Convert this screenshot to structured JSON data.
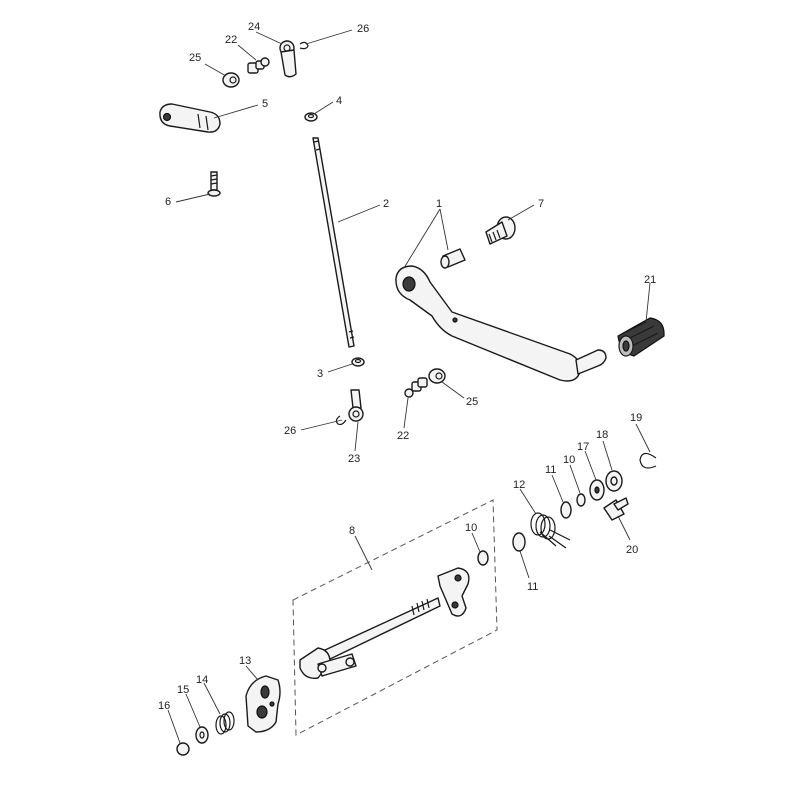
{
  "callouts": {
    "c1": "1",
    "c2": "2",
    "c3": "3",
    "c4": "4",
    "c5": "5",
    "c6": "6",
    "c7": "7",
    "c8": "8",
    "c10a": "10",
    "c10b": "10",
    "c11a": "11",
    "c11b": "11",
    "c12": "12",
    "c13": "13",
    "c14": "14",
    "c15": "15",
    "c16": "16",
    "c17": "17",
    "c18": "18",
    "c19": "19",
    "c20": "20",
    "c21": "21",
    "c22a": "22",
    "c22b": "22",
    "c23": "23",
    "c24": "24",
    "c25a": "25",
    "c25b": "25",
    "c26a": "26",
    "c26b": "26"
  }
}
